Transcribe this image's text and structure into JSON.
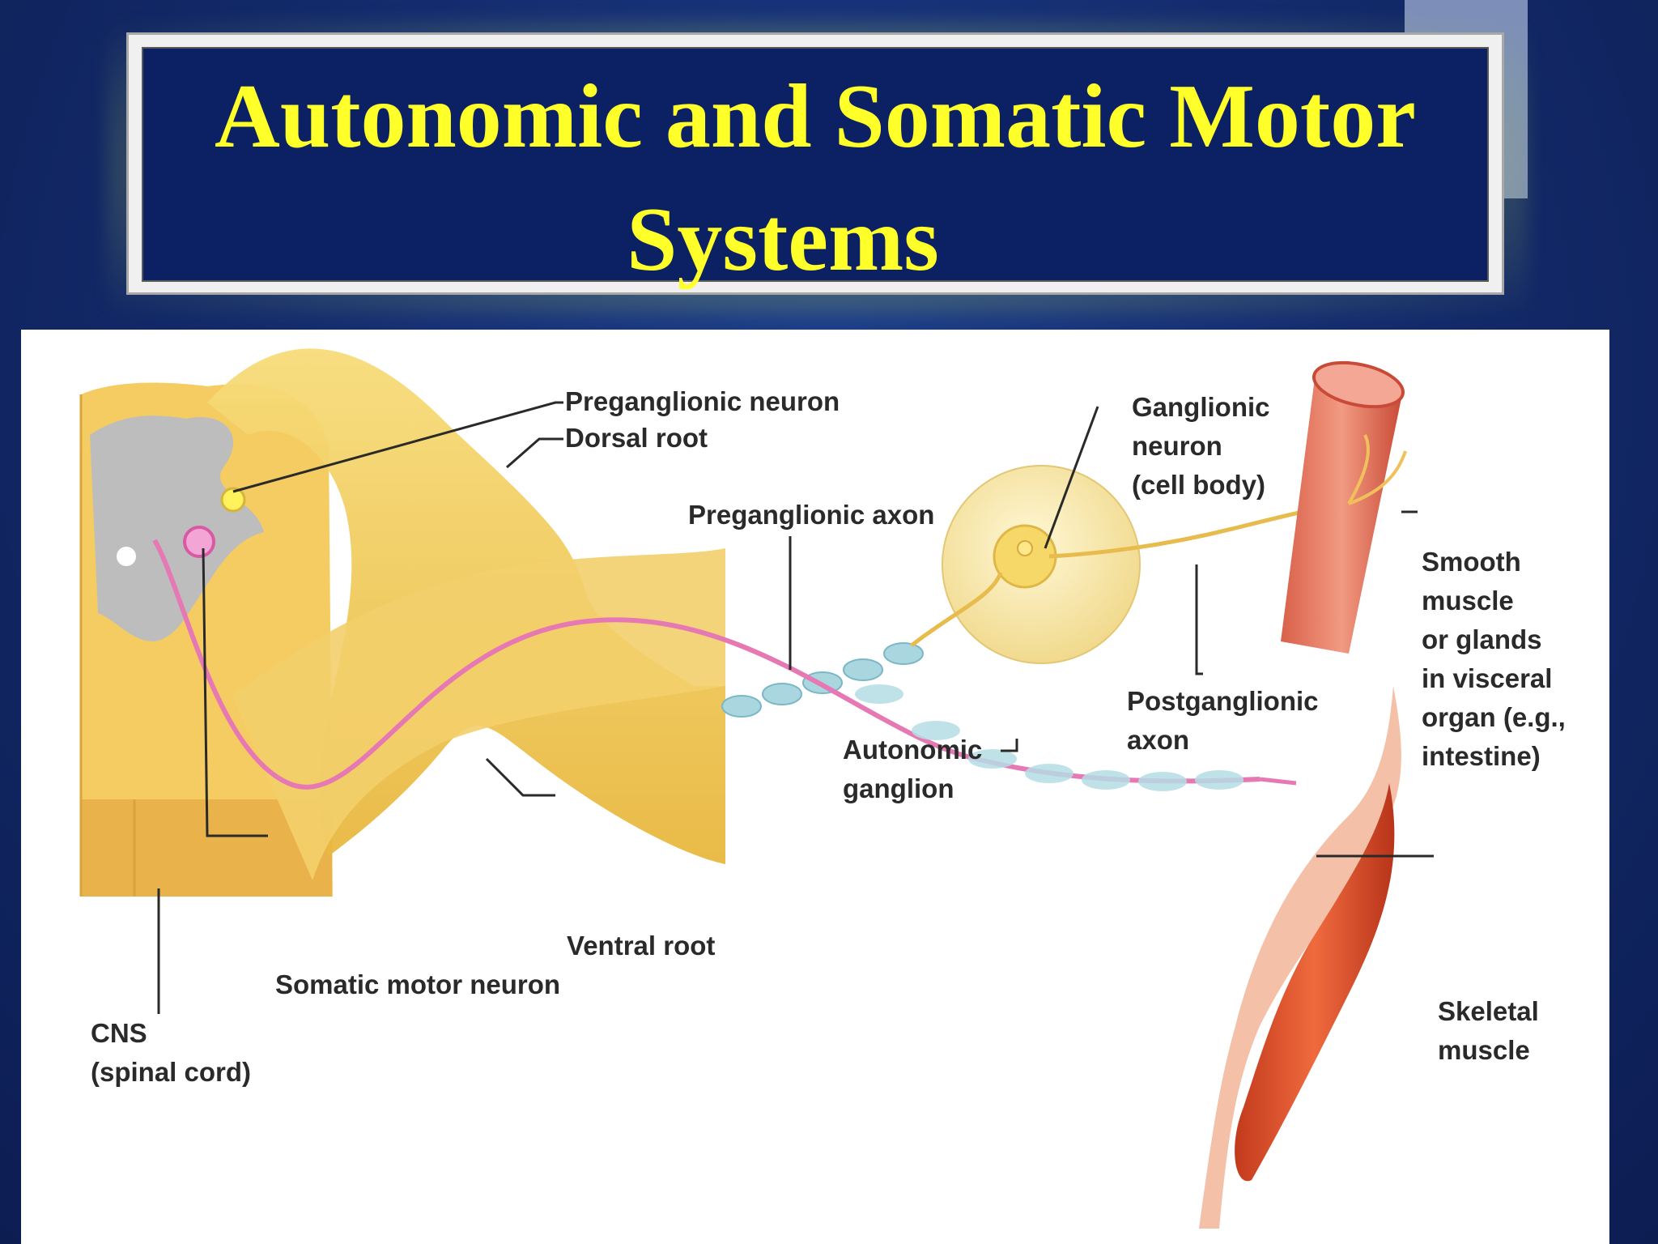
{
  "title": {
    "line1": "Autonomic and Somatic Motor",
    "line2": "Systems"
  },
  "labels": {
    "preganglionic_neuron": "Preganglionic neuron",
    "dorsal_root": "Dorsal root",
    "preganglionic_axon": "Preganglionic axon",
    "ganglionic_neuron": [
      "Ganglionic",
      "neuron",
      "(cell body)"
    ],
    "smooth_muscle": [
      "Smooth",
      "muscle",
      "or glands",
      "in visceral",
      "organ (e.g.,",
      "intestine)"
    ],
    "postganglionic_axon": [
      "Postganglionic",
      "axon"
    ],
    "autonomic_ganglion": [
      "Autonomic",
      "ganglion"
    ],
    "ventral_root": "Ventral root",
    "somatic_motor_neuron": "Somatic motor neuron",
    "cns": [
      "CNS",
      "(spinal cord)"
    ],
    "skeletal_muscle": [
      "Skeletal",
      "muscle"
    ]
  }
}
